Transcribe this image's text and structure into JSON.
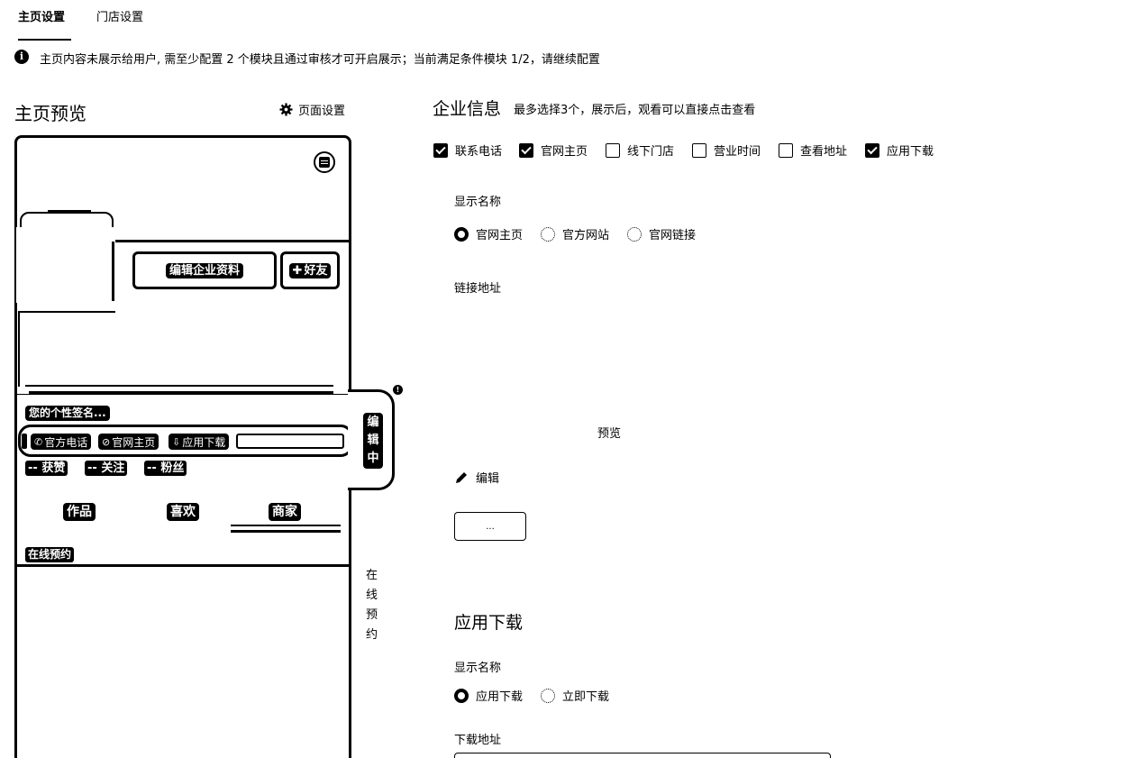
{
  "tabs": [
    {
      "label": "主页设置",
      "active": true
    },
    {
      "label": "门店设置",
      "active": false
    }
  ],
  "notice": {
    "icon": "info-icon",
    "text": "主页内容未展示给用户, 需至少配置 2 个模块且通过审核才可开启展示；当前满足条件模块 1/2，请继续配置"
  },
  "preview": {
    "title": "主页预览",
    "page_settings_label": "页面设置",
    "edit_profile_label": "编辑企业资料",
    "add_friend_label": "好友",
    "signature": "您的个性签名...",
    "tags": [
      "官方电话",
      "官网主页",
      "应用下载"
    ],
    "stats": [
      "-- 获赞",
      "-- 关注",
      "-- 粉丝"
    ],
    "profile_tabs": [
      "作品",
      "喜欢",
      "商家"
    ],
    "booking_chip": "在线预约",
    "editing_badge": [
      "编",
      "辑",
      "中"
    ],
    "booking_vertical": "在线预约"
  },
  "company_info": {
    "title": "企业信息",
    "hint": "最多选择3个，展示后，观看可以直接点击查看",
    "options": [
      {
        "label": "联系电话",
        "checked": true
      },
      {
        "label": "官网主页",
        "checked": true
      },
      {
        "label": "线下门店",
        "checked": false
      },
      {
        "label": "营业时间",
        "checked": false
      },
      {
        "label": "查看地址",
        "checked": false
      },
      {
        "label": "应用下载",
        "checked": true
      }
    ],
    "display_name_label": "显示名称",
    "display_name_options": [
      {
        "label": "官网主页",
        "selected": true
      },
      {
        "label": "官方网站",
        "selected": false
      },
      {
        "label": "官网链接",
        "selected": false
      }
    ],
    "link_label": "链接地址",
    "preview_label": "预览",
    "edit_label": "编辑",
    "small_button_label": "..."
  },
  "app_download": {
    "title": "应用下载",
    "display_name_label": "显示名称",
    "display_name_options": [
      {
        "label": "应用下载",
        "selected": true
      },
      {
        "label": "立即下载",
        "selected": false
      }
    ],
    "download_url_label": "下载地址"
  }
}
